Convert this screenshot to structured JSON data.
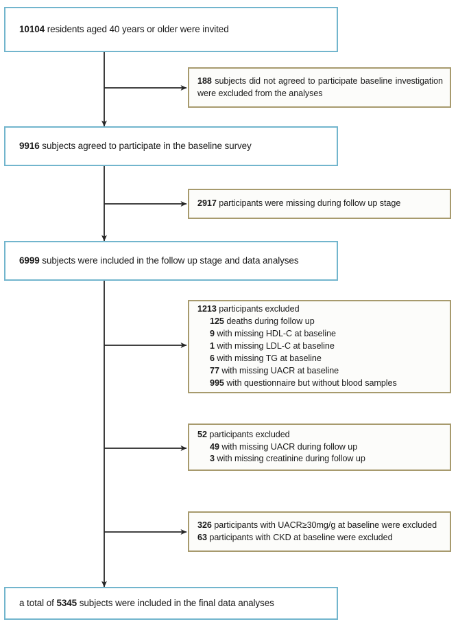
{
  "figure": {
    "type": "participant-flow-diagram",
    "colors": {
      "main_box_border": "#72b5cd",
      "exclusion_box_border": "#a79a6d",
      "exclusion_box_fill": "#fcfcfa",
      "connector": "#262626",
      "text": "#1a1a1a",
      "background": "#ffffff"
    }
  },
  "main_boxes": [
    {
      "id": "invited",
      "count": "10104",
      "text": " residents aged 40 years or older were invited"
    },
    {
      "id": "agreed",
      "count": "9916",
      "text": " subjects agreed to participate in the baseline survey"
    },
    {
      "id": "followup",
      "count": "6999",
      "text": " subjects were included in the follow up stage and data analyses"
    },
    {
      "id": "final",
      "prefix": "a total of ",
      "count": "5345",
      "text": " subjects were included in the final data analyses"
    }
  ],
  "exclusion_boxes": [
    {
      "id": "excl-188",
      "paragraph": {
        "count": "188",
        "text": " subjects did not agreed to participate baseline investigation were excluded from the analyses"
      }
    },
    {
      "id": "excl-2917",
      "lines": [
        {
          "count": "2917",
          "text": " participants were missing during follow up stage",
          "indent": false
        }
      ]
    },
    {
      "id": "excl-1213",
      "lines": [
        {
          "count": "1213",
          "text": " participants excluded",
          "indent": false
        },
        {
          "count": "125",
          "text": " deaths during follow up",
          "indent": true
        },
        {
          "count": "9",
          "text": " with missing HDL-C at baseline",
          "indent": true
        },
        {
          "count": "1",
          "text": " with missing LDL-C at baseline",
          "indent": true
        },
        {
          "count": "6",
          "text": " with missing TG at baseline",
          "indent": true
        },
        {
          "count": "77",
          "text": " with missing UACR at baseline",
          "indent": true
        },
        {
          "count": "995",
          "text": " with questionnaire but without  blood samples",
          "indent": true
        }
      ]
    },
    {
      "id": "excl-52",
      "lines": [
        {
          "count": "52",
          "text": " participants excluded",
          "indent": false
        },
        {
          "count": "49",
          "text": " with missing UACR during follow up",
          "indent": true
        },
        {
          "count": "3",
          "text": " with missing creatinine during follow up",
          "indent": true
        }
      ]
    },
    {
      "id": "excl-326",
      "lines": [
        {
          "count": "326",
          "text": " participants with UACR≥30mg/g at baseline were excluded",
          "indent": false
        },
        {
          "count": "63",
          "text": " participants with CKD at baseline were excluded",
          "indent": false
        }
      ]
    }
  ]
}
